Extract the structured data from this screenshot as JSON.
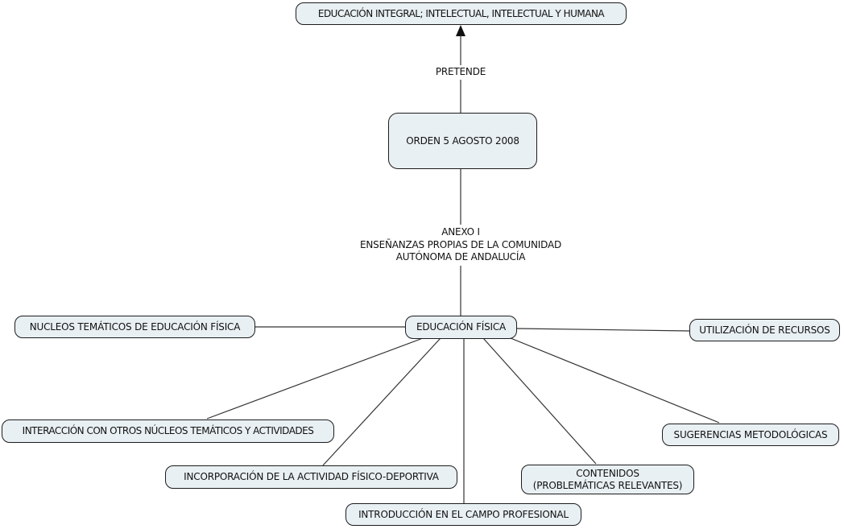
{
  "diagram": {
    "type": "concept-map",
    "background_color": "#ffffff",
    "node_fill_color": "#e9f0f3",
    "node_border_color": "#1c1c1c",
    "connector_color": "#333333",
    "text_color": "#111111",
    "nodes": {
      "educacion_integral": "EDUCACIÓN INTEGRAL; INTELECTUAL, INTELECTUAL Y HUMANA",
      "orden": "ORDEN 5 AGOSTO 2008",
      "educacion_fisica": "EDUCACIÓN FÍSICA",
      "nucleos": "NUCLEOS TEMÁTICOS DE EDUCACIÓN FÍSICA",
      "utilizacion": "UTILIZACIÓN DE RECURSOS",
      "interaccion": "INTERACCIÓN CON OTROS NÚCLEOS TEMÁTICOS Y ACTIVIDADES",
      "incorporacion": "INCORPORACIÓN DE LA ACTIVIDAD FÍSICO-DEPORTIVA",
      "introduccion": "INTRODUCCIÓN EN EL CAMPO PROFESIONAL",
      "contenidos_line1": "CONTENIDOS",
      "contenidos_line2": "(PROBLEMÁTICAS RELEVANTES)",
      "sugerencias": "SUGERENCIAS METODOLÓGICAS"
    },
    "linking_phrases": {
      "pretende": "PRETENDE",
      "anexo_line1": "ANEXO I",
      "anexo_line2": "ENSEÑANZAS PROPIAS DE LA COMUNIDAD",
      "anexo_line3": "AUTÓNOMA DE ANDALUCÍA"
    },
    "edges": [
      {
        "from": "orden",
        "to": "educacion_integral",
        "label": "PRETENDE",
        "arrowhead": "up"
      },
      {
        "from": "orden",
        "to": "educacion_fisica",
        "label": "ANEXO I ENSEÑANZAS PROPIAS DE LA COMUNIDAD AUTÓNOMA DE ANDALUCÍA",
        "arrowhead": "none"
      },
      {
        "from": "educacion_fisica",
        "to": "nucleos",
        "arrowhead": "none"
      },
      {
        "from": "educacion_fisica",
        "to": "utilizacion",
        "arrowhead": "none"
      },
      {
        "from": "educacion_fisica",
        "to": "interaccion",
        "arrowhead": "none"
      },
      {
        "from": "educacion_fisica",
        "to": "incorporacion",
        "arrowhead": "none"
      },
      {
        "from": "educacion_fisica",
        "to": "introduccion",
        "arrowhead": "none"
      },
      {
        "from": "educacion_fisica",
        "to": "contenidos",
        "arrowhead": "none"
      },
      {
        "from": "educacion_fisica",
        "to": "sugerencias",
        "arrowhead": "none"
      }
    ]
  }
}
